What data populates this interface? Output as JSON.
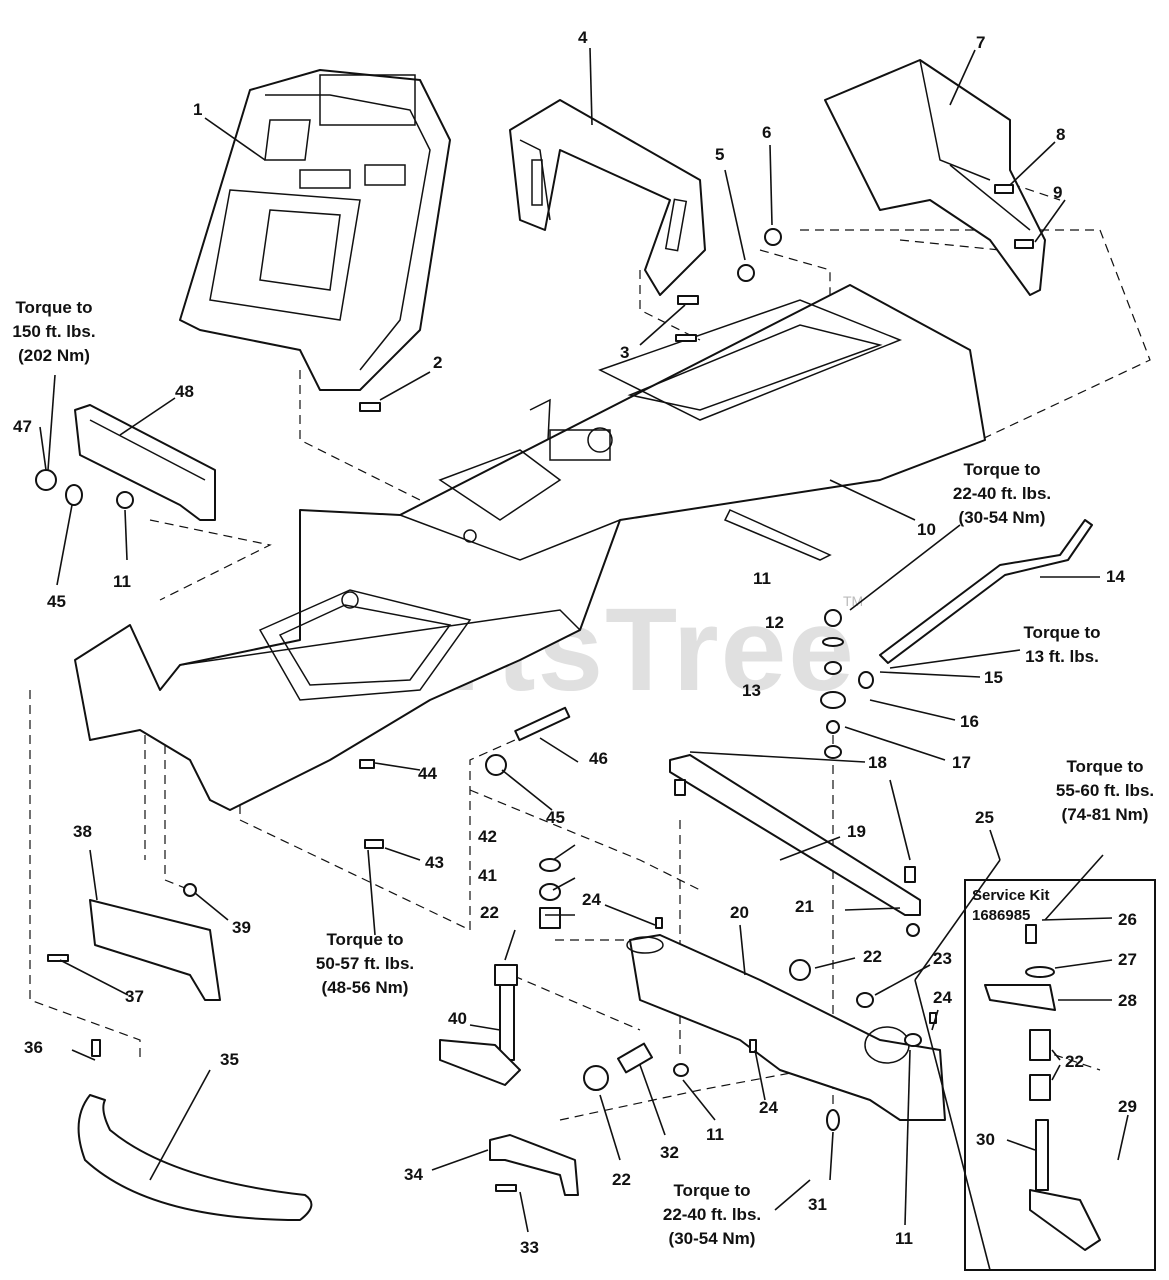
{
  "watermark": {
    "text": "PartsTree",
    "mark": "TM"
  },
  "callouts": {
    "c1": "1",
    "c2": "2",
    "c3": "3",
    "c4": "4",
    "c5": "5",
    "c6": "6",
    "c7": "7",
    "c8": "8",
    "c9": "9",
    "c10": "10",
    "c11a": "11",
    "c11b": "11",
    "c11c": "11",
    "c11d": "11",
    "c12": "12",
    "c13": "13",
    "c14": "14",
    "c15": "15",
    "c16": "16",
    "c17": "17",
    "c18": "18",
    "c19": "19",
    "c20": "20",
    "c21": "21",
    "c22a": "22",
    "c22b": "22",
    "c22c": "22",
    "c22d": "22",
    "c23": "23",
    "c24a": "24",
    "c24b": "24",
    "c24c": "24",
    "c25": "25",
    "c26": "26",
    "c27": "27",
    "c28": "28",
    "c29": "29",
    "c30": "30",
    "c31": "31",
    "c32": "32",
    "c33": "33",
    "c34": "34",
    "c35": "35",
    "c36": "36",
    "c37": "37",
    "c38": "38",
    "c39": "39",
    "c40": "40",
    "c41": "41",
    "c42": "42",
    "c43": "43",
    "c44": "44",
    "c45a": "45",
    "c45b": "45",
    "c46": "46",
    "c47": "47",
    "c48": "48"
  },
  "torque_notes": {
    "t150": [
      "Torque to",
      "150 ft. lbs.",
      "(202 Nm)"
    ],
    "t22top": [
      "Torque to",
      "22-40 ft. lbs.",
      "(30-54 Nm)"
    ],
    "t13": [
      "Torque to",
      "13 ft. lbs."
    ],
    "t55": [
      "Torque to",
      "55-60 ft. lbs.",
      "(74-81 Nm)"
    ],
    "t50": [
      "Torque to",
      "50-57 ft. lbs.",
      "(48-56 Nm)"
    ],
    "t22bottom": [
      "Torque to",
      "22-40 ft. lbs.",
      "(30-54 Nm)"
    ]
  },
  "service_kit": {
    "title": "Service Kit",
    "number": "1686985"
  }
}
